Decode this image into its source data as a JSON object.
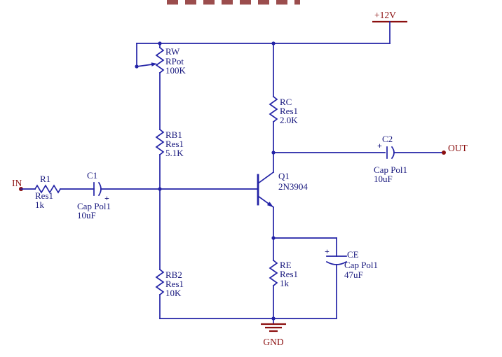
{
  "schematic": {
    "nets": {
      "vcc": "+12V",
      "input": "IN",
      "output": "OUT",
      "ground": "GND"
    },
    "symbols": {
      "plus": "+"
    },
    "components": {
      "rw": {
        "ref": "RW",
        "model": "RPot",
        "value": "100K"
      },
      "rb1": {
        "ref": "RB1",
        "model": "Res1",
        "value": "5.1K"
      },
      "rb2": {
        "ref": "RB2",
        "model": "Res1",
        "value": "10K"
      },
      "r1": {
        "ref": "R1",
        "model": "Res1",
        "value": "1k"
      },
      "rc": {
        "ref": "RC",
        "model": "Res1",
        "value": "2.0K"
      },
      "re": {
        "ref": "RE",
        "model": "Res1",
        "value": "1k"
      },
      "c1": {
        "ref": "C1",
        "model": "Cap Pol1",
        "value": "10uF"
      },
      "c2": {
        "ref": "C2",
        "model": "Cap Pol1",
        "value": "10uF"
      },
      "ce": {
        "ref": "CE",
        "model": "Cap Pol1",
        "value": "47uF"
      },
      "q1": {
        "ref": "Q1",
        "model": "2N3904"
      }
    },
    "colors": {
      "wire": "#2323a6",
      "component_text": "#17177d",
      "net_text": "#8b0f0f",
      "background": "#ffffff"
    }
  }
}
